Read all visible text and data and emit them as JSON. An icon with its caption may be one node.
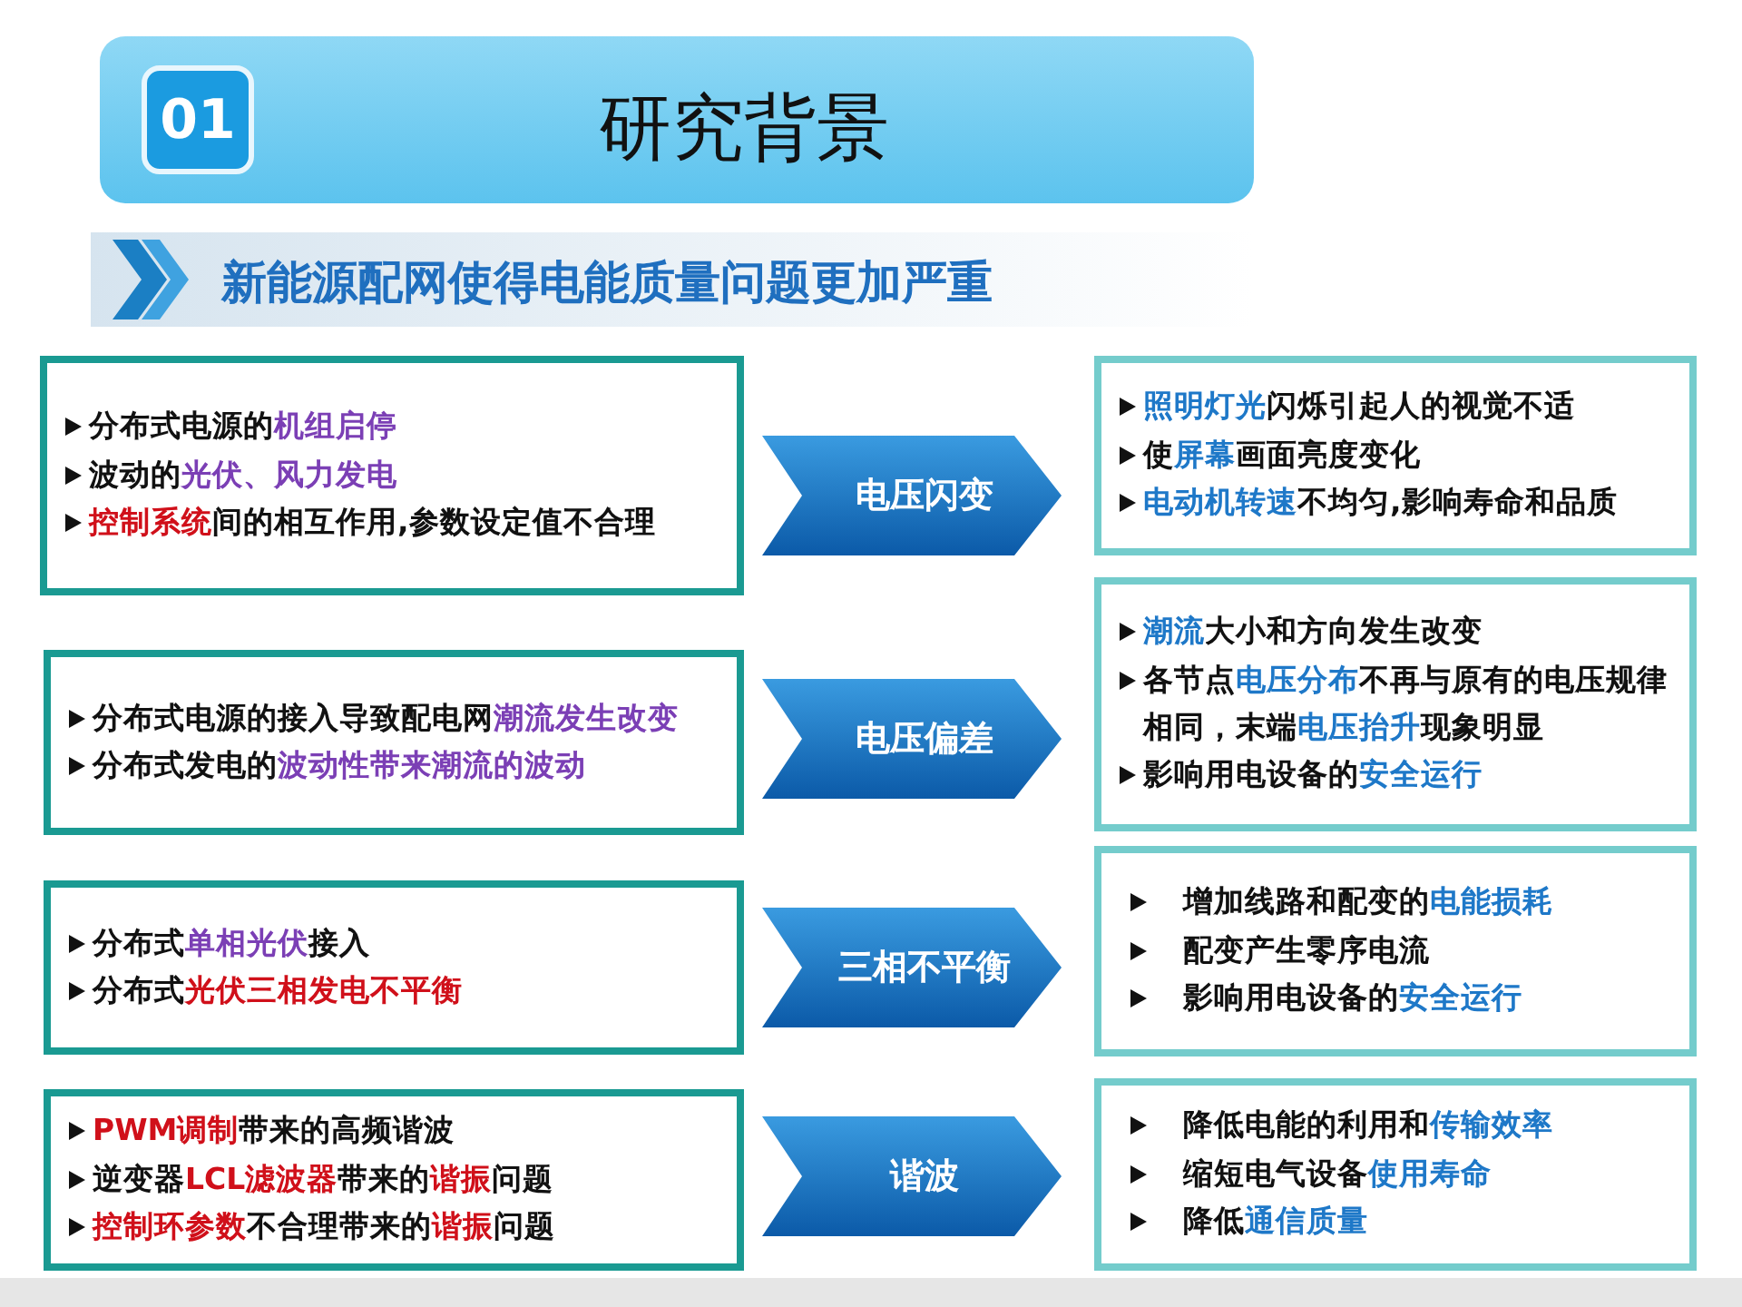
{
  "diagram": {
    "title": "研究背景",
    "nodes": [
      {
        "text": [
          "分布式电源的**机组启停**",
          "波动的**光伏、风力发电**",
          "**控制系统**间的相互作用,参数设定值不合理"
        ]
      },
      {
        "text": [
          "电压闪变"
        ]
      },
      {
        "text": [
          "**照明灯光**闪烁引起人的视觉不适",
          "使**屏幕**画面亮度变化",
          "**电动机转速**不均匀,影响寿命和品质"
        ]
      },
      {
        "text": [
          "分布式电源的接入导致配电网**潮流发生改变**",
          "分布式发电的**波动性带来潮流的波动**"
        ]
      },
      {
        "text": [
          "电压偏差"
        ]
      },
      {
        "text": [
          "**潮流**大小和方向发生改变",
          "各节点**电压分布**不再与原有的电压规律相同，末端**电压抬升**现象明显",
          "影响用电设备的**安全运行**"
        ]
      },
      {
        "text": [
          "分布式**单相光伏**接入",
          "分布式**光伏三相发电不平衡**"
        ]
      },
      {
        "text": [
          "三相不平衡"
        ]
      },
      {
        "text": [
          "增加线路和配变的**电能损耗**",
          "配变产生零序电流",
          "影响用电设备的**安全运行**"
        ]
      },
      {
        "text": [
          "**PWM调制**带来的高频谐波",
          "逆变器**LCL滤波器**带来的**谐振**问题",
          "**控制环参数**不合理带来的**谐振**问题"
        ]
      },
      {
        "text": [
          "谐波"
        ]
      },
      {
        "text": [
          "降低电能的利用和**传输效率**",
          "缩短电气设备**使用寿命**",
          "降低**通信质量**"
        ]
      }
    ],
    "labels": [
      "01",
      "新能源配网使得电能质量问题更加严重"
    ]
  }
}
